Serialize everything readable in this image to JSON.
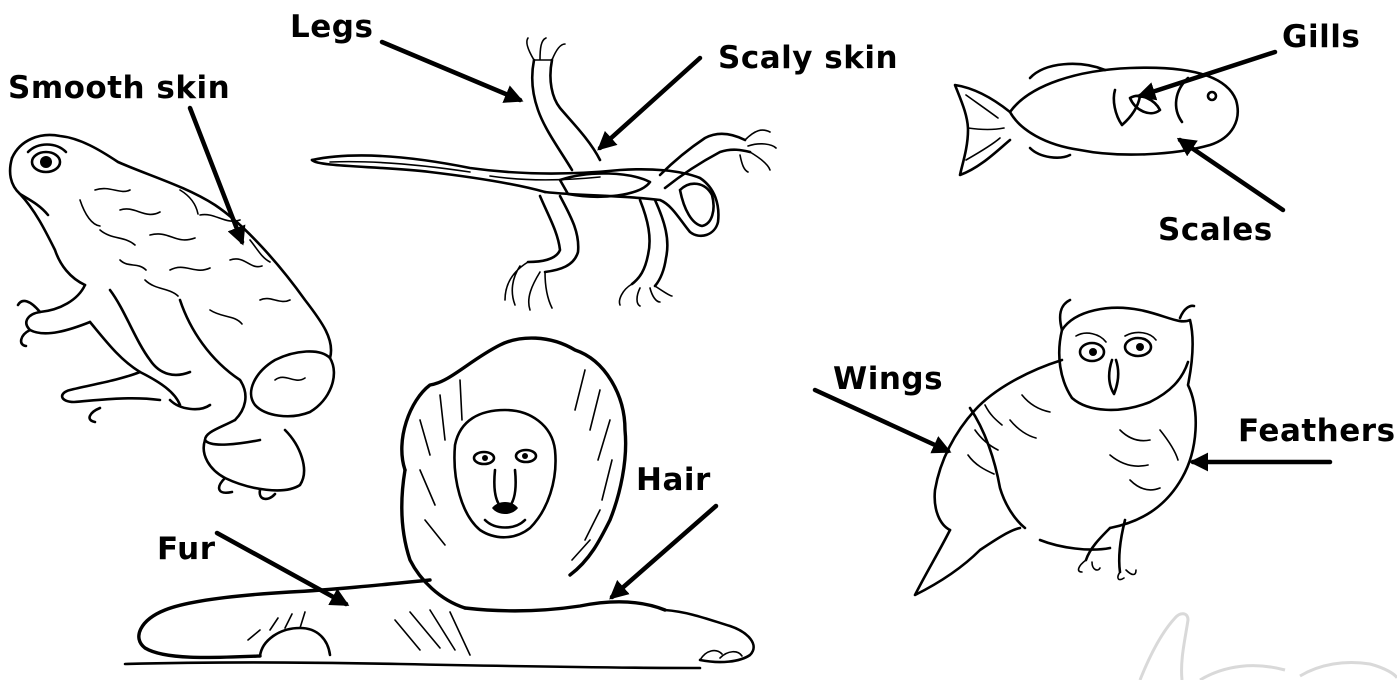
{
  "labels": {
    "legs": "Legs",
    "scaly_skin": "Scaly skin",
    "smooth_skin": "Smooth skin",
    "gills": "Gills",
    "scales": "Scales",
    "wings": "Wings",
    "feathers": "Feathers",
    "hair": "Hair",
    "fur": "Fur"
  },
  "colors": {
    "ink": "#000000",
    "background": "#ffffff"
  }
}
